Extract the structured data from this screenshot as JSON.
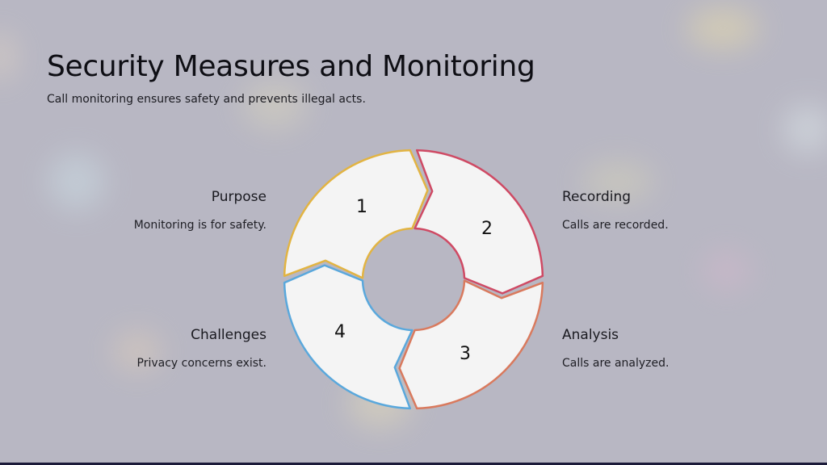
{
  "title": "Security Measures and Monitoring",
  "subtitle": "Call monitoring ensures safety and prevents illegal acts.",
  "steps": [
    {
      "number": "1",
      "heading": "Purpose",
      "description": "Monitoring is for safety.",
      "color": "#e2b443"
    },
    {
      "number": "2",
      "heading": "Recording",
      "description": "Calls are recorded.",
      "color": "#cf4a64"
    },
    {
      "number": "3",
      "heading": "Analysis",
      "description": "Calls are analyzed.",
      "color": "#d97a5e"
    },
    {
      "number": "4",
      "heading": "Challenges",
      "description": "Privacy concerns exist.",
      "color": "#5aa8dc"
    }
  ],
  "colors": {
    "background": "#b8b7c3",
    "segment_fill": "#f4f4f4",
    "bottom_bar": "#1c1b3a"
  }
}
